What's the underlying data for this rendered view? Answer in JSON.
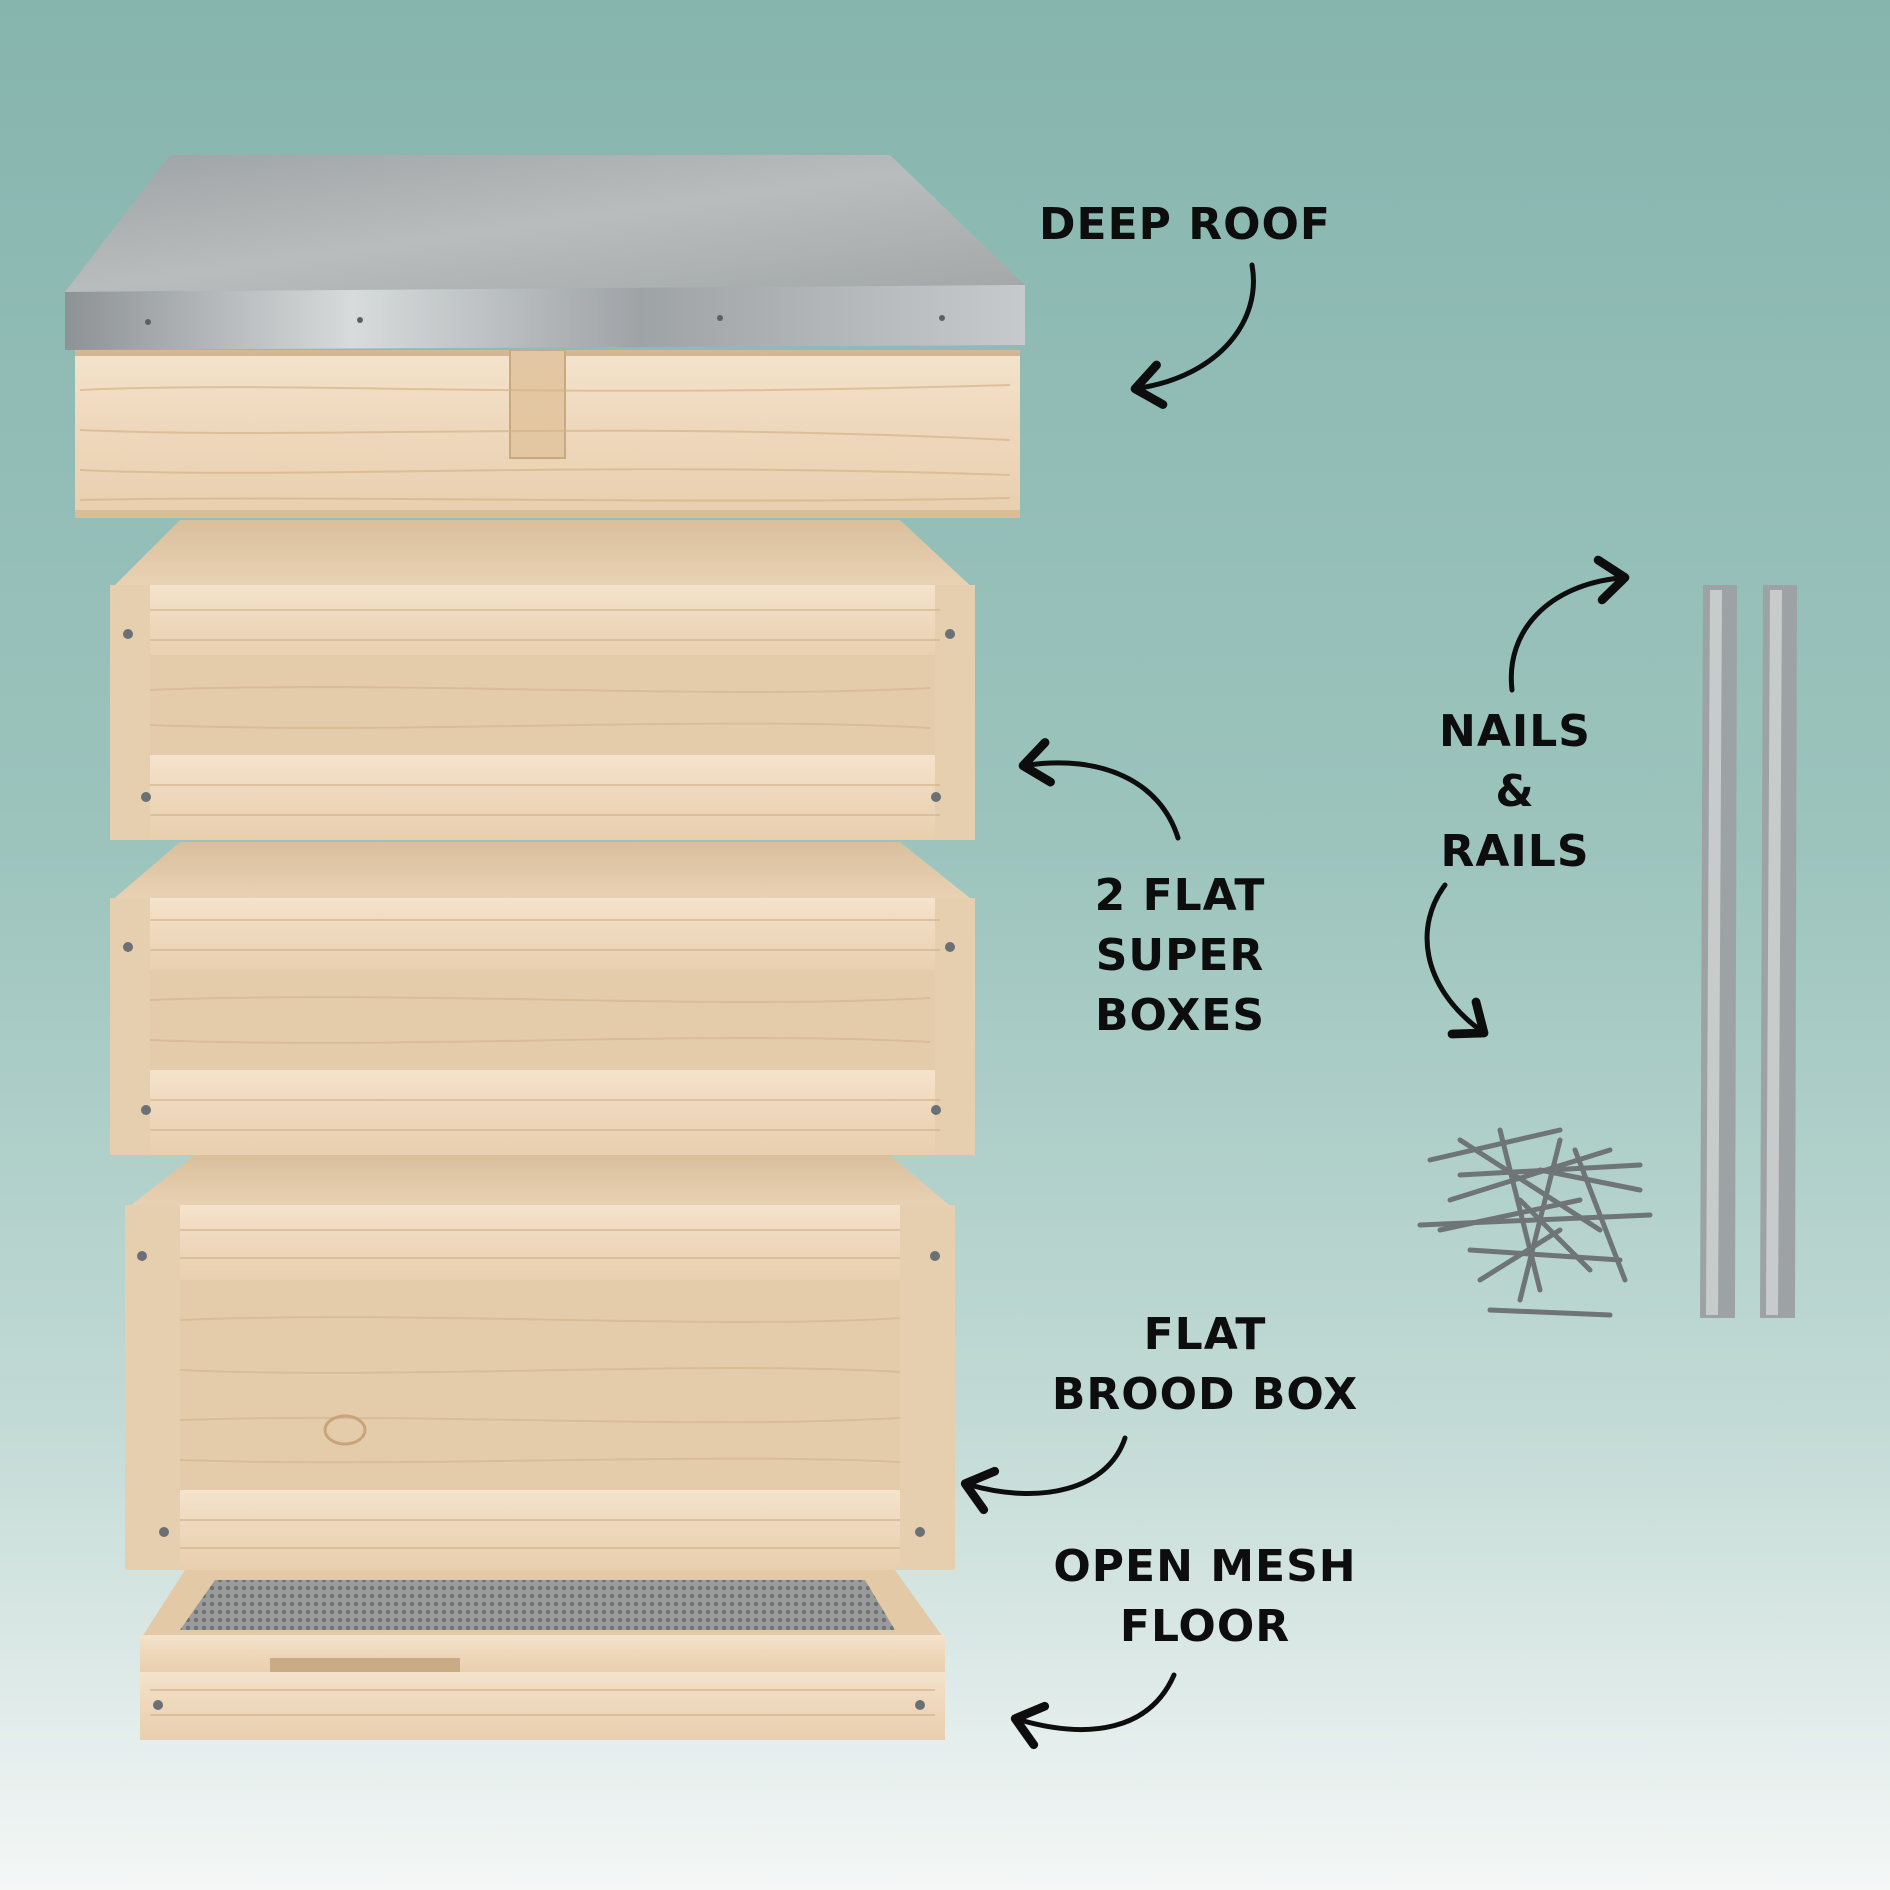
{
  "labels": {
    "deep_roof": [
      "DEEP ROOF"
    ],
    "super_boxes": [
      "2 FLAT",
      "SUPER",
      "BOXES"
    ],
    "nails_rails": [
      "NAILS",
      "&",
      "RAILS"
    ],
    "brood_box": [
      "FLAT",
      "BROOD BOX"
    ],
    "mesh_floor": [
      "OPEN MESH",
      "FLOOR"
    ]
  },
  "colors": {
    "background_top": "#86b5ae",
    "background_bottom": "#f4f7f6",
    "wood": "#f0dcc2",
    "wood_dark": "#d9bd98",
    "metal": "#a8acae",
    "text": "#0d0d0d"
  }
}
